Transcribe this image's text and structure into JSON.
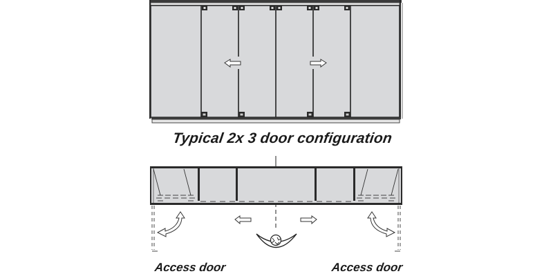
{
  "title": "Typical 2x 3 door configuration",
  "labels": {
    "access_door_left": "Access door",
    "access_door_right": "Access door"
  },
  "elevation_view": {
    "panel_count": 6,
    "panel_dividers_x": [
      291,
      345,
      399,
      453,
      507
    ],
    "arrows": [
      {
        "direction": "left",
        "label": "slide-left"
      },
      {
        "direction": "right",
        "label": "slide-right"
      }
    ]
  },
  "plan_view": {
    "panels": [
      "access-door-left",
      "sliding-1",
      "sliding-2",
      "sliding-3",
      "sliding-4",
      "access-door-right"
    ],
    "arrows": [
      "swing-left",
      "slide-left",
      "slide-right",
      "swing-right"
    ]
  },
  "colors": {
    "panel_fill": "#d8d9db",
    "line": "#2a2a2a",
    "background": "#ffffff"
  }
}
